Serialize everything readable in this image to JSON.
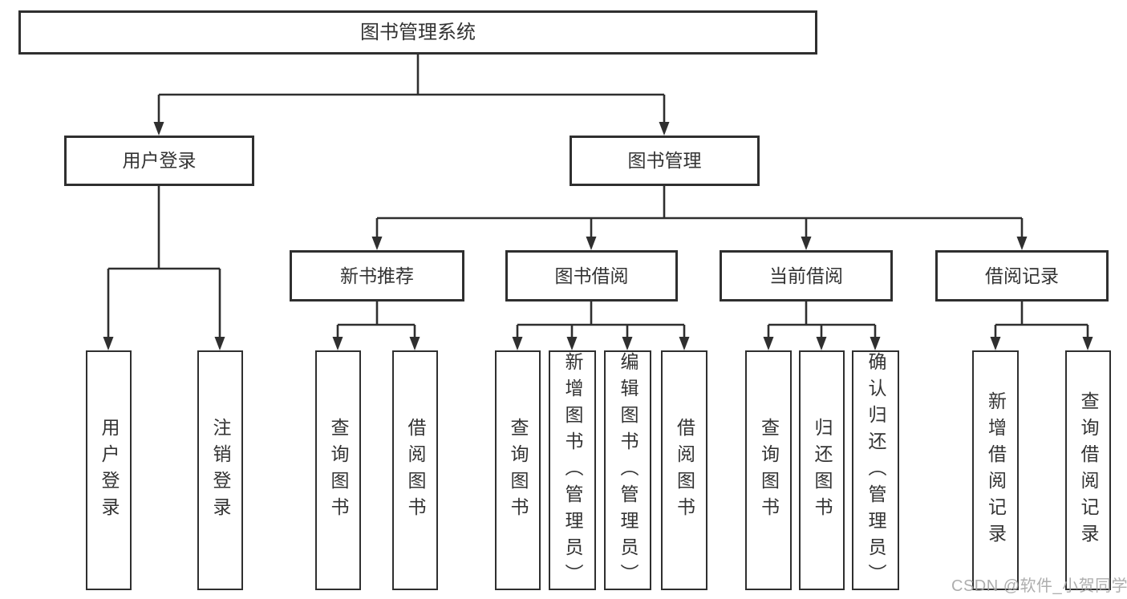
{
  "diagram_title": "图书管理系统",
  "tree": {
    "label": "图书管理系统",
    "children": [
      {
        "label": "用户登录",
        "children": [
          {
            "label": "用户登录"
          },
          {
            "label": "注销登录"
          }
        ]
      },
      {
        "label": "图书管理",
        "children": [
          {
            "label": "新书推荐",
            "children": [
              {
                "label": "查询图书"
              },
              {
                "label": "借阅图书"
              }
            ]
          },
          {
            "label": "图书借阅",
            "children": [
              {
                "label": "查询图书"
              },
              {
                "label": "新增图书（管理员）"
              },
              {
                "label": "编辑图书（管理员）"
              },
              {
                "label": "借阅图书"
              }
            ]
          },
          {
            "label": "当前借阅",
            "children": [
              {
                "label": "查询图书"
              },
              {
                "label": "归还图书"
              },
              {
                "label": "确认归还（管理员）"
              }
            ]
          },
          {
            "label": "借阅记录",
            "children": [
              {
                "label": "新增借阅记录"
              },
              {
                "label": "查询借阅记录"
              }
            ]
          }
        ]
      }
    ]
  },
  "watermark": {
    "text": "CSDN @软件_小贺同学"
  },
  "colors": {
    "line": "#2f2f2f",
    "box_border": "#2f2f2f",
    "text": "#333333",
    "watermark": "#a5a5a5",
    "background": "#ffffff"
  }
}
